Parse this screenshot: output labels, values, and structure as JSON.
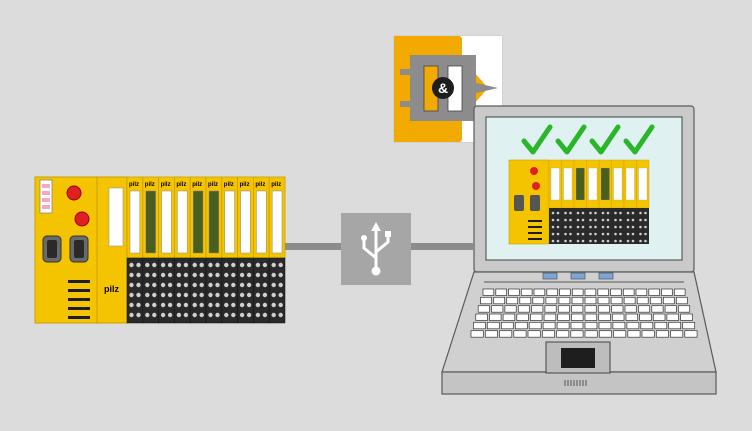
{
  "colors": {
    "background": "#dcdcdc",
    "plc_yellow": "#f5c400",
    "module_dark": "#1e1e1e",
    "module_green": "#4a5e20",
    "cable": "#8c8c8c",
    "usb_box": "#a6a6a6",
    "logic_orange": "#f2a900",
    "check_green": "#29b629",
    "laptop_gray": "#c9c9c9",
    "screen_bg": "#dff1f1"
  },
  "logic_block": {
    "label": "&",
    "icon": "logic-and-icon"
  },
  "usb": {
    "icon": "usb-icon"
  },
  "checks": {
    "count": 4,
    "icon": "check-mark-icon"
  },
  "plc": {
    "brand_label": "pilz",
    "io_modules": 10
  }
}
